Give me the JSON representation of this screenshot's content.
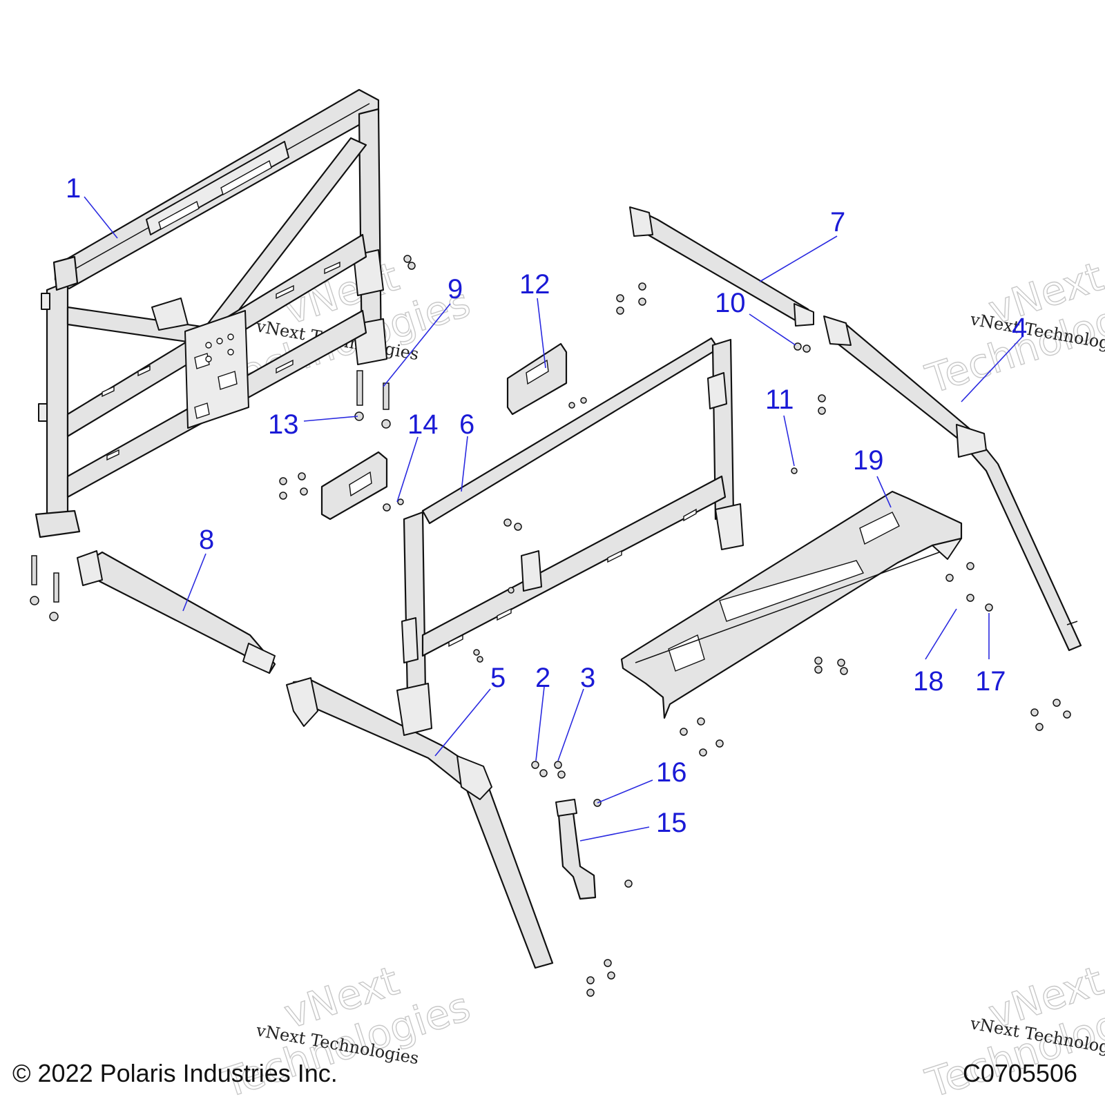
{
  "callouts": [
    "1",
    "2",
    "3",
    "4",
    "5",
    "6",
    "7",
    "8",
    "9",
    "10",
    "11",
    "12",
    "13",
    "14",
    "15",
    "16",
    "17",
    "18",
    "19"
  ],
  "watermark": {
    "logo_text_top": "vNext",
    "logo_text_bottom": "Technologies",
    "line_text": "vNext Technologies"
  },
  "footer": {
    "copyright": "© 2022 Polaris Industries Inc.",
    "figure_id": "C0705506"
  },
  "colors": {
    "callout": "#1a1ad6",
    "part_fill": "#e4e4e4",
    "outline": "#111111"
  }
}
